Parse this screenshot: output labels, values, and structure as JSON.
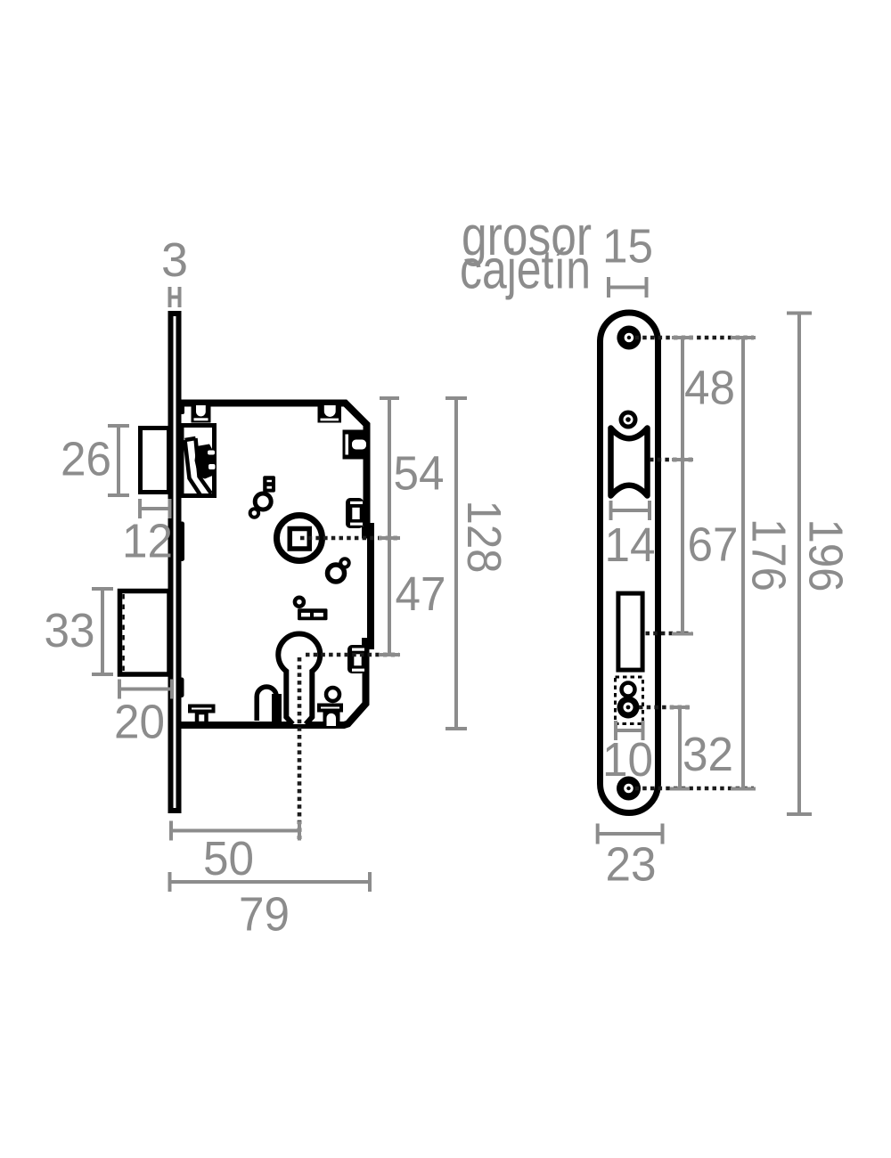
{
  "page": {
    "title": "mortise lock technical drawing",
    "background": "#ffffff",
    "ink_color": "#000000",
    "dimension_color": "#8c8c8c",
    "centerline_color": "#1c1c1c"
  },
  "note": {
    "line1": "grosor",
    "line2": "cajetín"
  },
  "side_view": {
    "name": "lock case side view",
    "dims": {
      "faceplate_thickness": "3",
      "latch_height": "26",
      "latch_protrusion": "12",
      "deadbolt_height": "33",
      "deadbolt_protrusion": "20",
      "top_to_spindle": "54",
      "spindle_to_cylinder": "47",
      "case_height": "128",
      "backset": "50",
      "case_depth": "79"
    }
  },
  "front_view": {
    "name": "faceplate front view",
    "dims": {
      "case_thickness": "15",
      "screw_to_latch": "48",
      "latch_window_width": "14",
      "latch_to_deadbolt": "67",
      "screw_spacing": "176",
      "faceplate_height": "196",
      "hole_width": "10",
      "hole_to_screw": "32",
      "faceplate_width": "23"
    }
  }
}
